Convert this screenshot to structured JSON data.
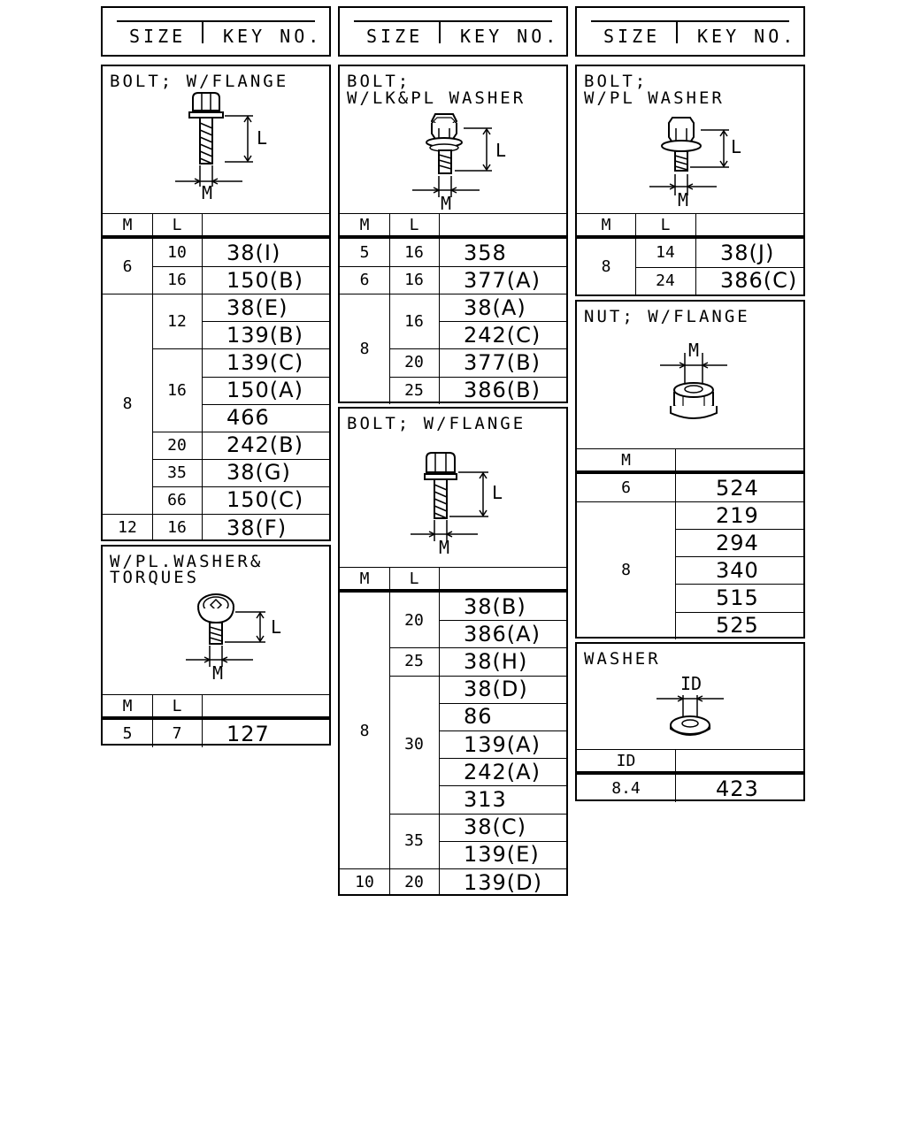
{
  "header": {
    "size_label": "SIZE",
    "key_label": "KEY NO."
  },
  "col_labels": {
    "m": "M",
    "l": "L",
    "id": "ID"
  },
  "dim_labels": {
    "m": "M",
    "l": "L",
    "id": "ID"
  },
  "sections": {
    "bolt_flange_1": {
      "title": "BOLT; W/FLANGE",
      "rows": [
        {
          "m": "6",
          "groups": [
            {
              "l": "10",
              "keys": [
                "38(I)"
              ]
            },
            {
              "l": "16",
              "keys": [
                "150(B)"
              ]
            }
          ]
        },
        {
          "m": "8",
          "groups": [
            {
              "l": "12",
              "keys": [
                "38(E)",
                "139(B)"
              ]
            },
            {
              "l": "16",
              "keys": [
                "139(C)",
                "150(A)",
                "466"
              ]
            },
            {
              "l": "20",
              "keys": [
                "242(B)"
              ]
            },
            {
              "l": "35",
              "keys": [
                "38(G)"
              ]
            },
            {
              "l": "66",
              "keys": [
                "150(C)"
              ]
            }
          ]
        },
        {
          "m": "12",
          "groups": [
            {
              "l": "16",
              "keys": [
                "38(F)"
              ]
            }
          ]
        }
      ]
    },
    "washer_torques": {
      "title": "W/PL.WASHER&\nTORQUES",
      "rows": [
        {
          "m": "5",
          "groups": [
            {
              "l": "7",
              "keys": [
                "127"
              ]
            }
          ]
        }
      ]
    },
    "bolt_lk_pl": {
      "title": "BOLT;\nW/LK&PL WASHER",
      "rows": [
        {
          "m": "5",
          "groups": [
            {
              "l": "16",
              "keys": [
                "358"
              ]
            }
          ]
        },
        {
          "m": "6",
          "groups": [
            {
              "l": "16",
              "keys": [
                "377(A)"
              ]
            }
          ]
        },
        {
          "m": "8",
          "groups": [
            {
              "l": "16",
              "keys": [
                "38(A)",
                "242(C)"
              ]
            },
            {
              "l": "20",
              "keys": [
                "377(B)"
              ]
            },
            {
              "l": "25",
              "keys": [
                "386(B)"
              ]
            }
          ]
        }
      ]
    },
    "bolt_flange_2": {
      "title": "BOLT; W/FLANGE",
      "rows": [
        {
          "m": "8",
          "groups": [
            {
              "l": "20",
              "keys": [
                "38(B)",
                "386(A)"
              ]
            },
            {
              "l": "25",
              "keys": [
                "38(H)"
              ]
            },
            {
              "l": "30",
              "keys": [
                "38(D)",
                "86",
                "139(A)",
                "242(A)",
                "313"
              ]
            },
            {
              "l": "35",
              "keys": [
                "38(C)",
                "139(E)"
              ]
            }
          ]
        },
        {
          "m": "10",
          "groups": [
            {
              "l": "20",
              "keys": [
                "139(D)"
              ]
            }
          ]
        }
      ]
    },
    "bolt_pl": {
      "title": "BOLT;\nW/PL WASHER",
      "rows": [
        {
          "m": "8",
          "groups": [
            {
              "l": "14",
              "keys": [
                "38(J)"
              ]
            },
            {
              "l": "24",
              "keys": [
                "386(C)"
              ]
            }
          ]
        }
      ]
    },
    "nut_flange": {
      "title": "NUT; W/FLANGE",
      "rows": [
        {
          "m": "6",
          "keys": [
            "524"
          ]
        },
        {
          "m": "8",
          "keys": [
            "219",
            "294",
            "340",
            "515",
            "525"
          ]
        }
      ]
    },
    "washer": {
      "title": "WASHER",
      "rows": [
        {
          "m": "8.4",
          "keys": [
            "423"
          ]
        }
      ]
    }
  }
}
